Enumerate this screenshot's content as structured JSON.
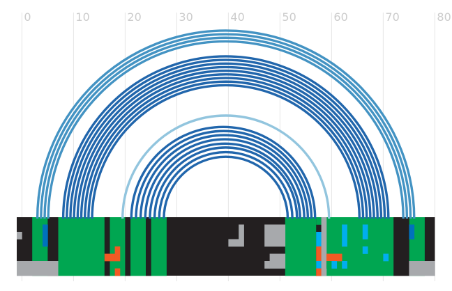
{
  "chart_data": {
    "type": "arc-diagram",
    "title": "",
    "xlabel": "",
    "ylabel": "",
    "xlim": [
      -1,
      80
    ],
    "x_ticks": [
      0,
      10,
      20,
      30,
      40,
      50,
      60,
      70,
      80
    ],
    "x_tick_labels": [
      "0",
      "10",
      "20",
      "30",
      "40",
      "50",
      "60",
      "70",
      "80"
    ],
    "grid": true,
    "colors": {
      "arc_outer": "#4393c3",
      "arc_middle": "#2166ac",
      "arc_inner": "#92c5de",
      "track_black": "#231f20",
      "track_green": "#00a651",
      "track_gray": "#a7a9ac",
      "track_blue": "#0072bc",
      "track_cyan": "#00aeef",
      "track_orange": "#f15a24"
    },
    "arc_groups": [
      {
        "name": "outer",
        "color": "#4393c3",
        "spans": [
          [
            3,
            76
          ],
          [
            3.7,
            75.3
          ],
          [
            4.4,
            74.6
          ],
          [
            5.1,
            73.9
          ]
        ]
      },
      {
        "name": "middle",
        "color": "#2166ac",
        "spans": [
          [
            8,
            71
          ],
          [
            8.7,
            70.3
          ],
          [
            9.4,
            69.6
          ],
          [
            10.1,
            68.9
          ],
          [
            10.8,
            68.2
          ],
          [
            11.5,
            67.5
          ],
          [
            12.2,
            66.8
          ],
          [
            12.9,
            66.1
          ],
          [
            13.6,
            65.4
          ]
        ]
      },
      {
        "name": "inner",
        "color": "#92c5de",
        "spans": [
          [
            19.5,
            59.5
          ]
        ]
      },
      {
        "name": "innermost",
        "color": "#2166ac",
        "spans": [
          [
            21.2,
            56.8
          ],
          [
            22.1,
            56.1
          ],
          [
            23.0,
            55.4
          ],
          [
            23.9,
            54.7
          ],
          [
            24.8,
            53.9
          ],
          [
            25.7,
            53.3
          ],
          [
            26.6,
            52.4
          ],
          [
            27.5,
            51.5
          ]
        ]
      }
    ],
    "track": {
      "x_range": [
        -1,
        80
      ],
      "rows": 8,
      "background": "#231f20",
      "cells": [
        {
          "x0": 2,
          "x1": 5,
          "r0": 0,
          "r1": 8,
          "c": "#00a651"
        },
        {
          "x0": 7,
          "x1": 16,
          "r0": 0,
          "r1": 8,
          "c": "#00a651"
        },
        {
          "x0": 17,
          "x1": 20,
          "r0": 0,
          "r1": 8,
          "c": "#00a651"
        },
        {
          "x0": 21,
          "x1": 24,
          "r0": 0,
          "r1": 8,
          "c": "#00a651"
        },
        {
          "x0": 25,
          "x1": 28,
          "r0": 0,
          "r1": 8,
          "c": "#00a651"
        },
        {
          "x0": 51,
          "x1": 57,
          "r0": 0,
          "r1": 8,
          "c": "#00a651"
        },
        {
          "x0": 58,
          "x1": 72,
          "r0": 0,
          "r1": 8,
          "c": "#00a651"
        },
        {
          "x0": 75,
          "x1": 78,
          "r0": 0,
          "r1": 8,
          "c": "#00a651"
        },
        {
          "x0": 5,
          "x1": 7,
          "r0": 0,
          "r1": 8,
          "c": "#231f20"
        },
        {
          "x0": 16,
          "x1": 17,
          "r0": 0,
          "r1": 8,
          "c": "#231f20"
        },
        {
          "x0": 20,
          "x1": 21,
          "r0": 0,
          "r1": 8,
          "c": "#231f20"
        },
        {
          "x0": 24,
          "x1": 25,
          "r0": 0,
          "r1": 8,
          "c": "#231f20"
        },
        {
          "x0": 57,
          "x1": 58,
          "r0": 0,
          "r1": 8,
          "c": "#231f20"
        },
        {
          "x0": 72,
          "x1": 75,
          "r0": 0,
          "r1": 8,
          "c": "#231f20"
        },
        {
          "x0": -1,
          "x1": 0,
          "r0": 2,
          "r1": 3,
          "c": "#a7a9ac"
        },
        {
          "x0": 4,
          "x1": 5,
          "r0": 1,
          "r1": 4,
          "c": "#0072bc"
        },
        {
          "x0": -1,
          "x1": 7,
          "r0": 6,
          "r1": 8,
          "c": "#a7a9ac"
        },
        {
          "x0": 42,
          "x1": 43,
          "r0": 1,
          "r1": 3,
          "c": "#a7a9ac"
        },
        {
          "x0": 40,
          "x1": 43,
          "r0": 3,
          "r1": 4,
          "c": "#a7a9ac"
        },
        {
          "x0": 47,
          "x1": 51,
          "r0": 1,
          "r1": 4,
          "c": "#a7a9ac"
        },
        {
          "x0": 48,
          "x1": 51,
          "r0": 5,
          "r1": 7,
          "c": "#a7a9ac"
        },
        {
          "x0": 47,
          "x1": 48,
          "r0": 6,
          "r1": 7,
          "c": "#a7a9ac"
        },
        {
          "x0": 18,
          "x1": 19,
          "r0": 4,
          "r1": 6,
          "c": "#f15a24"
        },
        {
          "x0": 16,
          "x1": 18,
          "r0": 5,
          "r1": 6,
          "c": "#f15a24"
        },
        {
          "x0": 18,
          "x1": 19,
          "r0": 7,
          "r1": 8,
          "c": "#f15a24"
        },
        {
          "x0": 57,
          "x1": 58,
          "r0": 0,
          "r1": 1,
          "c": "#00a651"
        },
        {
          "x0": 57,
          "x1": 58,
          "r0": 2,
          "r1": 4,
          "c": "#00aeef"
        },
        {
          "x0": 57,
          "x1": 58,
          "r0": 4,
          "r1": 6,
          "c": "#f15a24"
        },
        {
          "x0": 57,
          "x1": 58,
          "r0": 6,
          "r1": 7,
          "c": "#00aeef"
        },
        {
          "x0": 57,
          "x1": 58,
          "r0": 7,
          "r1": 8,
          "c": "#f15a24"
        },
        {
          "x0": 58,
          "x1": 59,
          "r0": 0,
          "r1": 8,
          "c": "#a7a9ac"
        },
        {
          "x0": 59,
          "x1": 62,
          "r0": 5,
          "r1": 6,
          "c": "#f15a24"
        },
        {
          "x0": 59,
          "x1": 60,
          "r0": 6,
          "r1": 7,
          "c": "#00a651"
        },
        {
          "x0": 60,
          "x1": 61,
          "r0": 6,
          "r1": 7,
          "c": "#00aeef"
        },
        {
          "x0": 62,
          "x1": 63,
          "r0": 1,
          "r1": 4,
          "c": "#00aeef"
        },
        {
          "x0": 62,
          "x1": 63,
          "r0": 6,
          "r1": 7,
          "c": "#00aeef"
        },
        {
          "x0": 66,
          "x1": 67,
          "r0": 1,
          "r1": 3,
          "c": "#00aeef"
        },
        {
          "x0": 66,
          "x1": 67,
          "r0": 4,
          "r1": 5,
          "c": "#00aeef"
        },
        {
          "x0": 70,
          "x1": 71,
          "r0": 5,
          "r1": 6,
          "c": "#00aeef"
        },
        {
          "x0": 75,
          "x1": 76,
          "r0": 1,
          "r1": 3,
          "c": "#0072bc"
        },
        {
          "x0": 75,
          "x1": 80,
          "r0": 6,
          "r1": 8,
          "c": "#a7a9ac"
        }
      ]
    }
  }
}
